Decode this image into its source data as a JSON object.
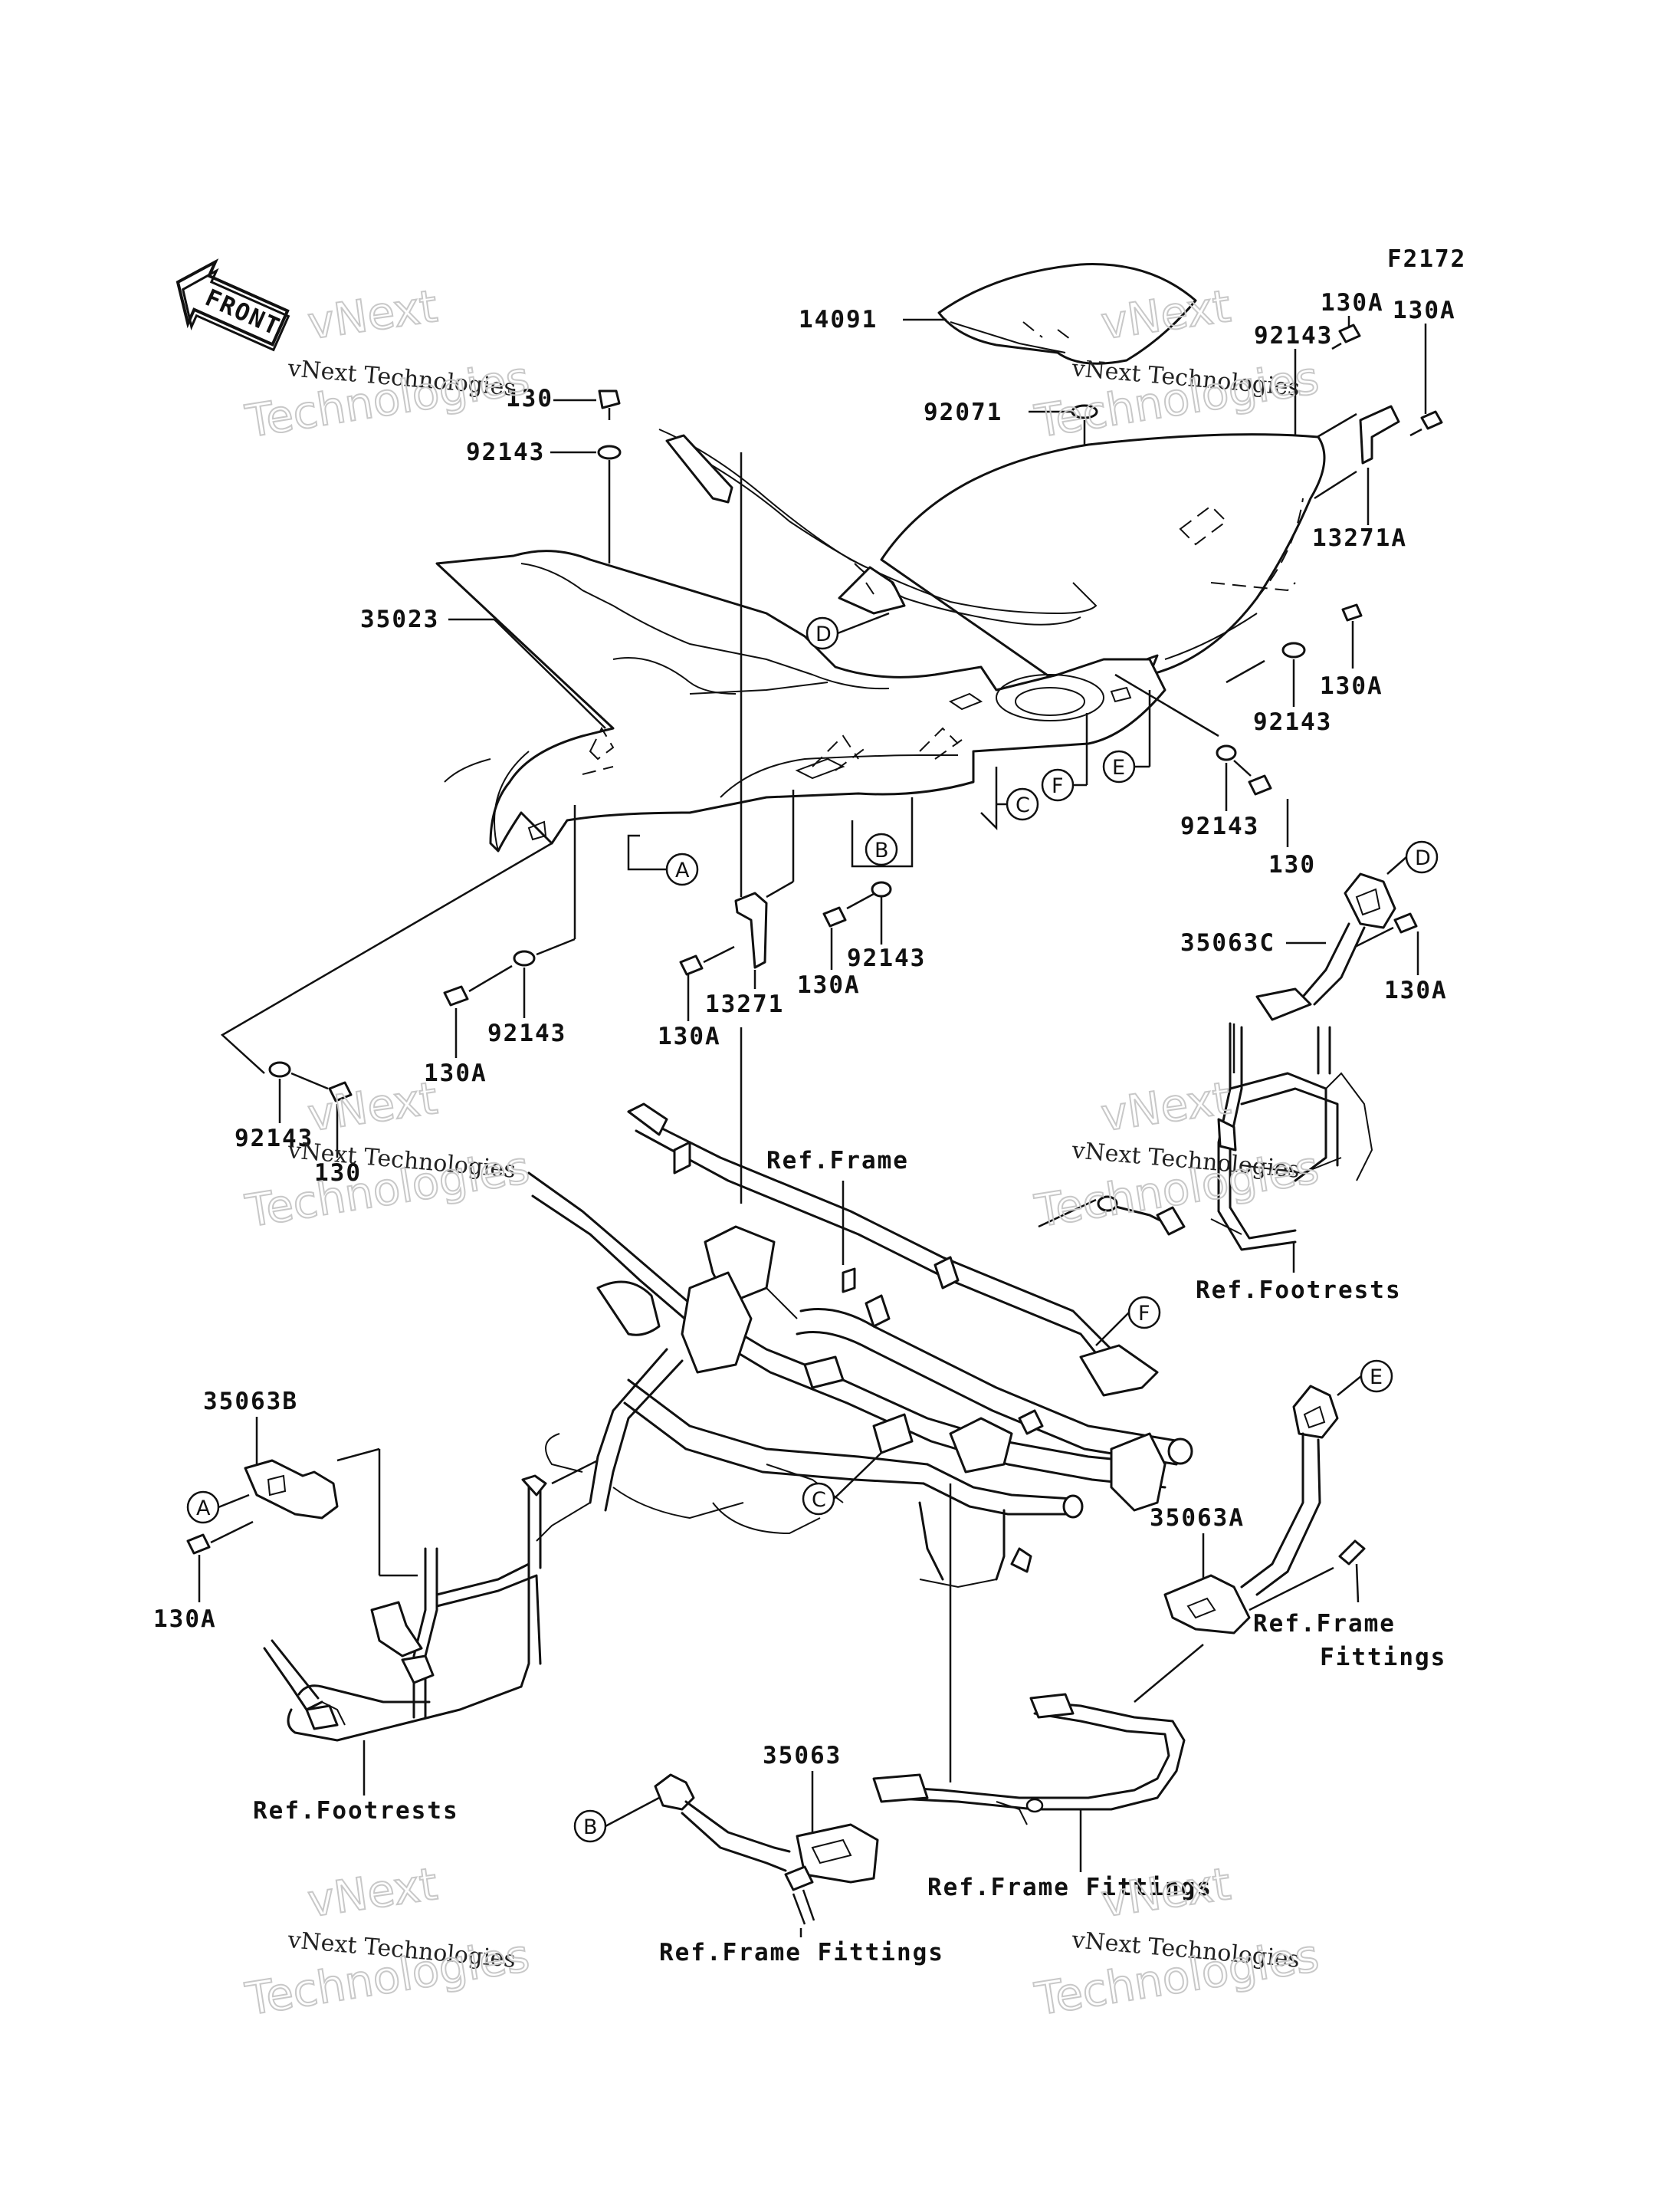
{
  "figure_id": "F2172",
  "front_arrow_label": "FRONT",
  "watermark": {
    "line1": "vNext Technologies",
    "line2": "Technologies",
    "accent": "vNext"
  },
  "part_labels": {
    "p14091": "14091",
    "p92143_a": "92143",
    "p130A_a": "130A",
    "p130A_b": "130A",
    "p130_top": "130",
    "p92143_top": "92143",
    "p92071": "92071",
    "p13271A": "13271A",
    "p35023": "35023",
    "p130A_r1": "130A",
    "p92143_r1": "92143",
    "p92143_r2": "92143",
    "p130_r": "130",
    "p92143_b": "92143",
    "p130A_c": "130A",
    "p13271": "13271",
    "p130A_d": "130A",
    "p92143_c": "92143",
    "p130A_e": "130A",
    "p92143_d": "92143",
    "p130_d": "130",
    "p35063C": "35063C",
    "p130A_f": "130A",
    "p35063B": "35063B",
    "p130A_g": "130A",
    "p35063A": "35063A",
    "p35063": "35063"
  },
  "ref_labels": {
    "frame": "Ref.Frame",
    "footrests_right": "Ref.Footrests",
    "footrests_left": "Ref.Footrests",
    "frame_fittings_1a": "Ref.Frame",
    "frame_fittings_1b": "Fittings",
    "frame_fittings_2": "Ref.Frame Fittings",
    "frame_fittings_3": "Ref.Frame Fittings"
  },
  "callouts": {
    "A": "A",
    "B": "B",
    "C": "C",
    "D": "D",
    "E": "E",
    "F": "F"
  }
}
